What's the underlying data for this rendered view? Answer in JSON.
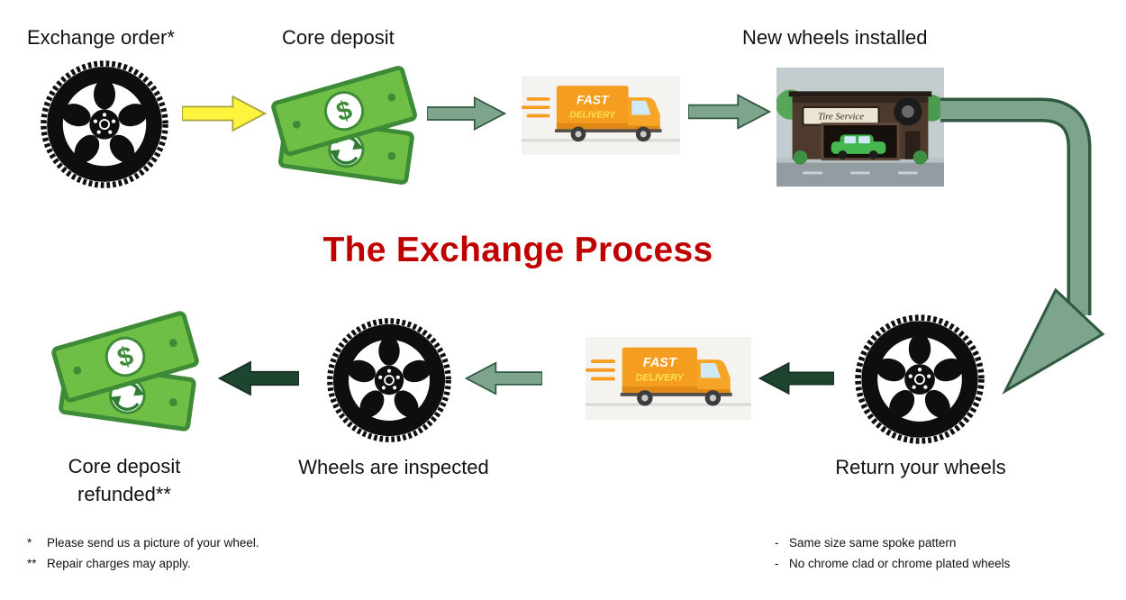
{
  "title": "The Exchange Process",
  "steps": {
    "exchange_order": "Exchange order*",
    "core_deposit": "Core deposit",
    "new_wheels_installed": "New wheels installed",
    "return_your_wheels": "Return your wheels",
    "wheels_are_inspected": "Wheels are inspected",
    "core_deposit_refunded_line1": "Core deposit",
    "core_deposit_refunded_line2": "refunded**"
  },
  "money": {
    "symbol": "$"
  },
  "truck": {
    "line1": "FAST",
    "line2": "DELIVERY"
  },
  "shop": {
    "sign": "Tire Service"
  },
  "footnotes": {
    "left": [
      {
        "marker": "*",
        "text": "Please send us a picture of your wheel."
      },
      {
        "marker": "**",
        "text": "Repair charges may apply."
      }
    ],
    "right": [
      {
        "marker": "-",
        "text": "Same size same spoke pattern"
      },
      {
        "marker": "-",
        "text": "No chrome clad or chrome plated wheels"
      }
    ]
  },
  "colors": {
    "title_red": "#C00000",
    "arrow_yellow": "#FFF43D",
    "arrow_yellow_outline": "#A9A63E",
    "arrow_sage_green": "#7FA48D",
    "arrow_green_outline": "#2F5940",
    "arrow_dark_green": "#1D4530",
    "money_green": "#6FBE45",
    "money_dark_green": "#3D8B37",
    "truck_orange": "#F59D1F",
    "wheel_black": "#0E0E0E"
  }
}
